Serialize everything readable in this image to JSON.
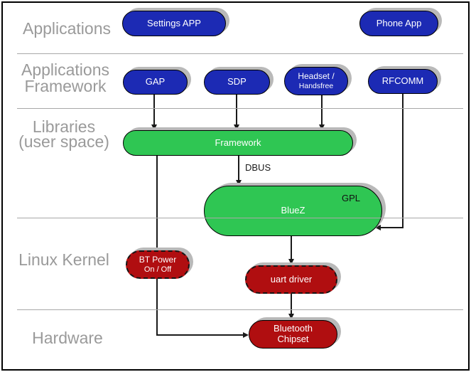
{
  "layers": {
    "applications": "Applications",
    "applications_framework": [
      "Applications",
      "Framework"
    ],
    "libraries": [
      "Libraries",
      "(user space)"
    ],
    "linux_kernel": "Linux Kernel",
    "hardware": "Hardware"
  },
  "nodes": {
    "settings_app": "Settings APP",
    "phone_app": "Phone App",
    "gap": "GAP",
    "sdp": "SDP",
    "headset": [
      "Headset /",
      "Handsfree"
    ],
    "rfcomm": "RFCOMM",
    "framework": "Framework",
    "bluez": "BlueZ",
    "gpl": "GPL",
    "bt_power": [
      "BT Power",
      "On / Off"
    ],
    "uart_driver": "uart driver",
    "bluetooth_chipset": [
      "Bluetooth",
      "Chipset"
    ]
  },
  "edge_labels": {
    "dbus": "DBUS"
  },
  "colors": {
    "app_pill": "#1c2ab4",
    "userspace_pill": "#2fc653",
    "kernel_pill": "#b00e10",
    "pill_text": "#ffffff",
    "layer_label": "#9a9a9a",
    "shadow": "#b9b9b9",
    "divider": "#a8a8a8",
    "line": "#1a1a1a"
  }
}
